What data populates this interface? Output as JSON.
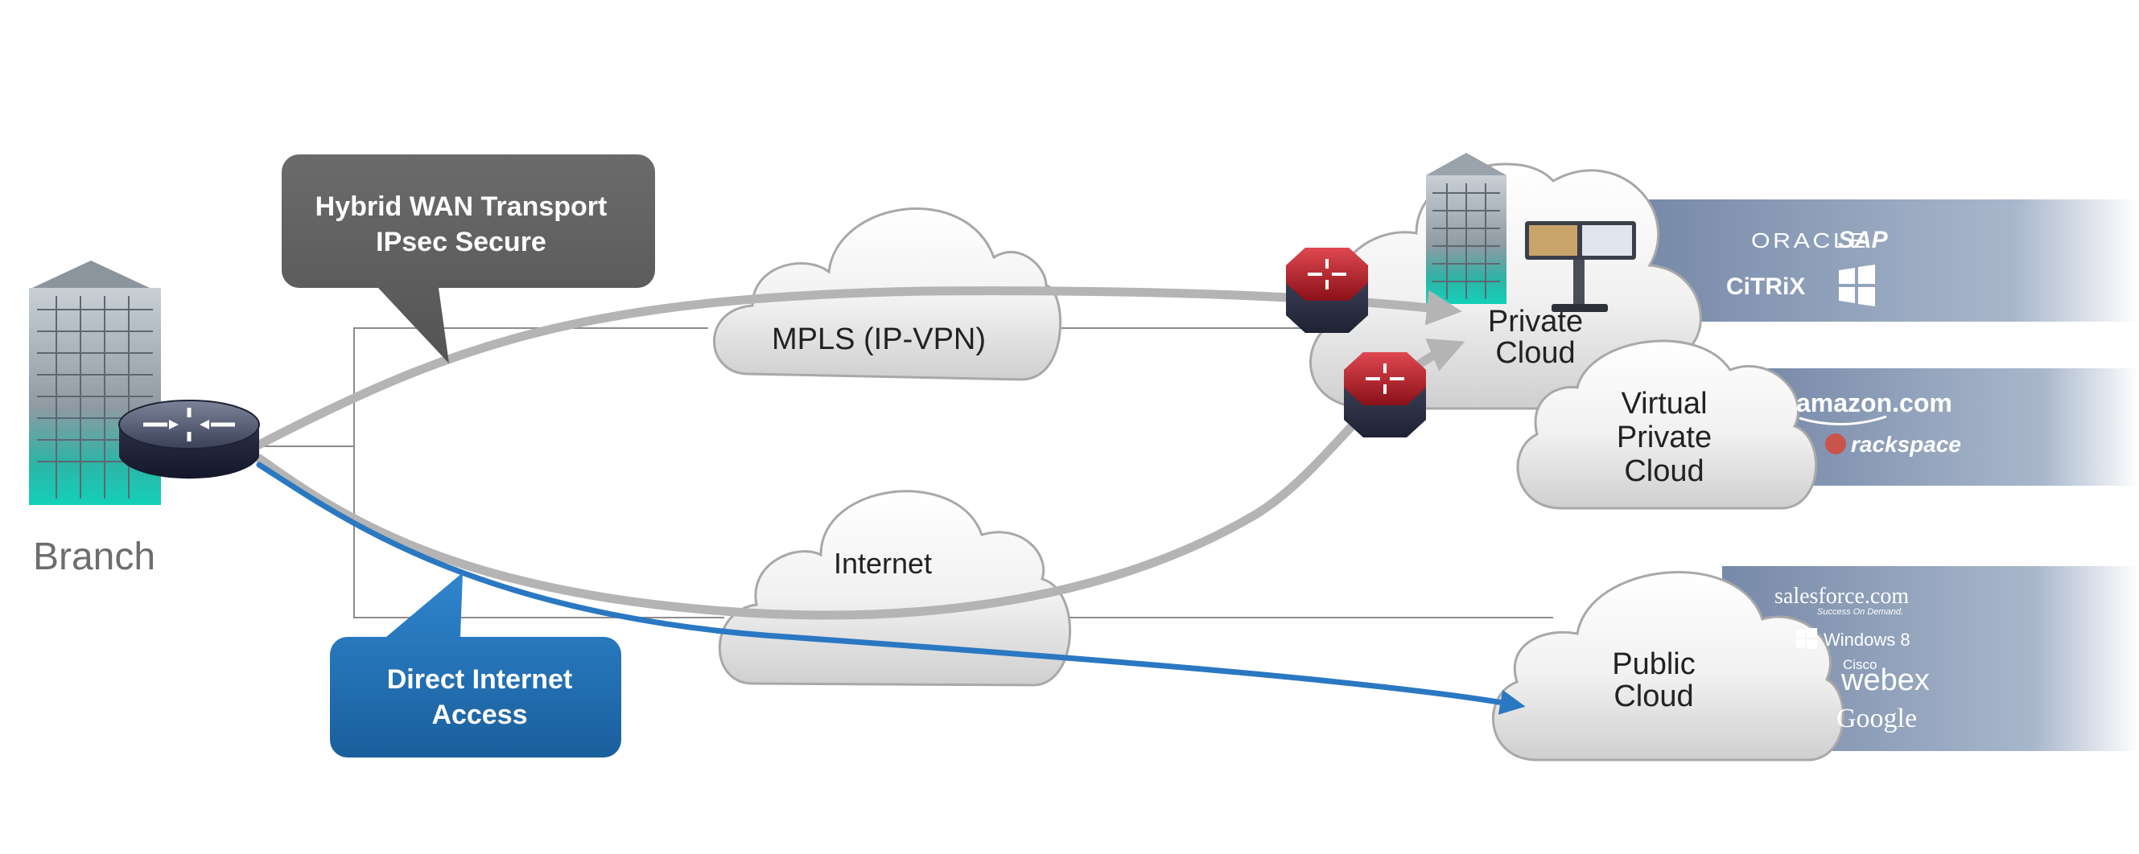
{
  "diagram": {
    "branch_label": "Branch",
    "callouts": {
      "hybrid": {
        "line1": "Hybrid WAN Transport",
        "line2": "IPsec Secure",
        "color": "#5e5e5e"
      },
      "direct": {
        "line1": "Direct Internet",
        "line2": "Access",
        "color": "#1f6aa8"
      }
    },
    "clouds": {
      "mpls": {
        "label": "MPLS (IP-VPN)"
      },
      "internet": {
        "label": "Internet"
      },
      "private": {
        "line1": "Private",
        "line2": "Cloud"
      },
      "virtual_private": {
        "line1": "Virtual",
        "line2": "Private",
        "line3": "Cloud"
      },
      "public": {
        "line1": "Public",
        "line2": "Cloud"
      }
    },
    "providers": {
      "private": [
        "ORACLE",
        "SAP",
        "CiTRiX",
        "Windows"
      ],
      "virtual_private": [
        "amazon.com",
        "rackspace"
      ],
      "public": {
        "salesforce": "salesforce.com",
        "salesforce_tagline": "Success On Demand.",
        "windows8": "Windows 8",
        "cisco": "Cisco",
        "webex": "webex",
        "google": "Google"
      }
    },
    "colors": {
      "wan_path": "#b4b4b4",
      "internet_path": "#2a78c2",
      "router_red": "#b02028",
      "provider_band": "#8196b4"
    }
  }
}
